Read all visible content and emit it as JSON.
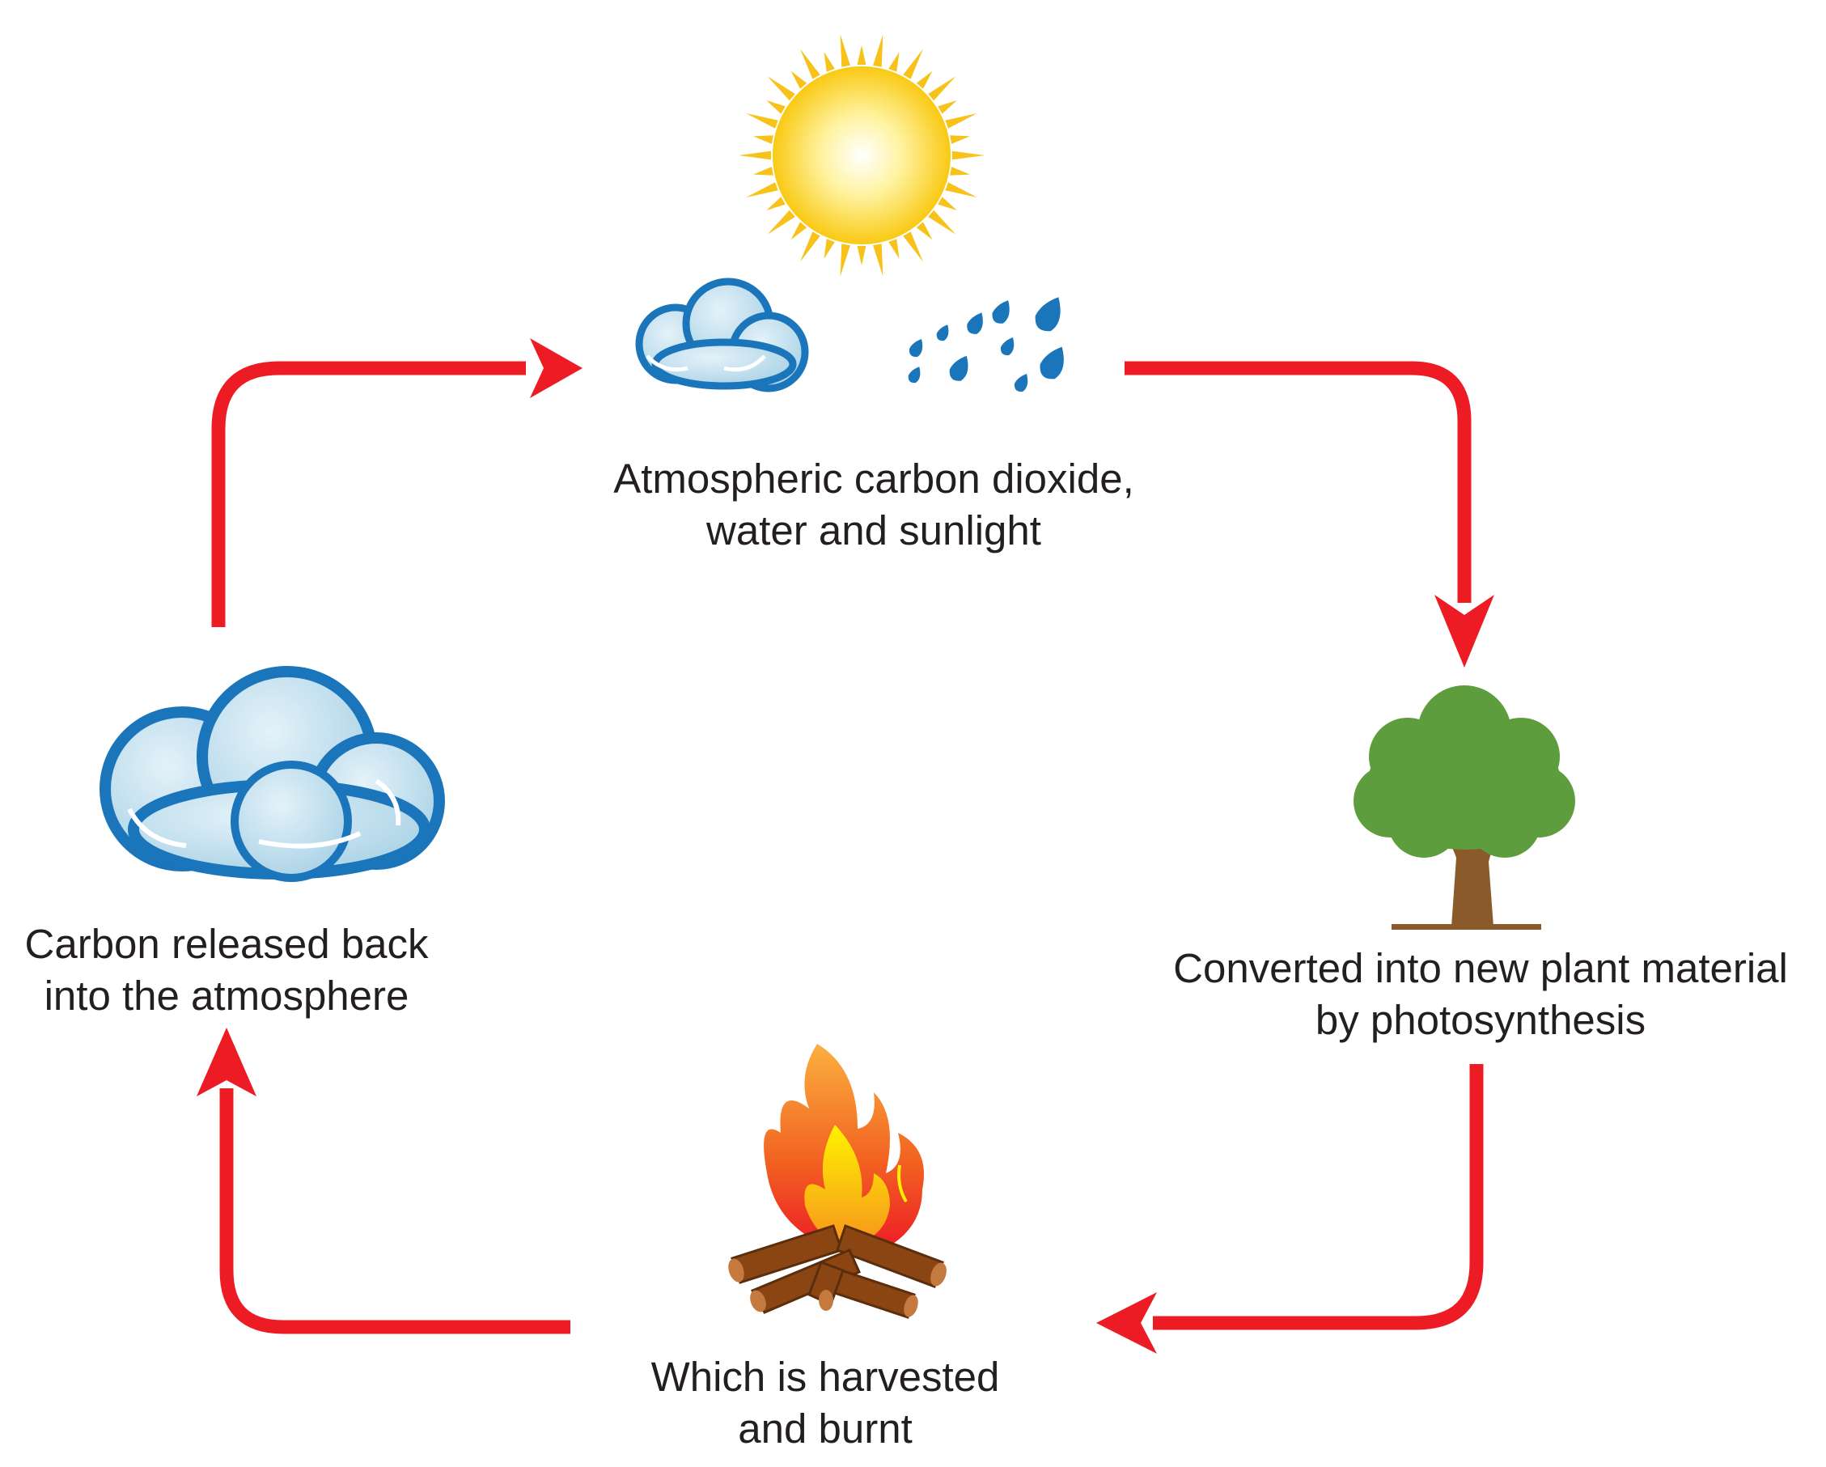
{
  "stages": [
    {
      "id": "top",
      "icon": "sun-cloud-rain-icon",
      "line1": "Atmospheric carbon dioxide,",
      "line2": "water and sunlight"
    },
    {
      "id": "right",
      "icon": "tree-icon",
      "line1": "Converted into new plant material",
      "line2": "by photosynthesis"
    },
    {
      "id": "bottom",
      "icon": "campfire-icon",
      "line1": "Which is harvested",
      "line2": "and burnt"
    },
    {
      "id": "left",
      "icon": "cloud-icon",
      "line1": "Carbon released back",
      "line2": "into the atmosphere"
    }
  ],
  "colors": {
    "arrow": "#ed1c24",
    "text": "#231f20",
    "sun_ray": "#f7c21a",
    "sun_core": "#fff3a0",
    "cloud_fill": "#b9dbeb",
    "cloud_outline": "#1b75bb",
    "raindrop": "#1b75bb",
    "tree_canopy": "#5e9d3e",
    "tree_trunk": "#8b5a2b",
    "flame_outer": "#f7941d",
    "flame_inner": "#ed1c24",
    "log": "#8b4513"
  }
}
